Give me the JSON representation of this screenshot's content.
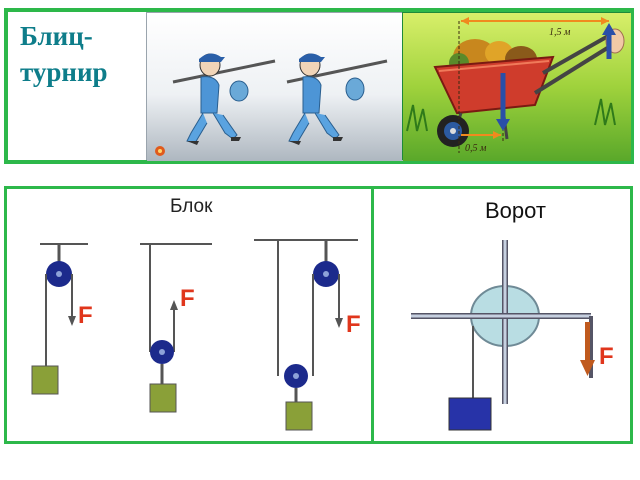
{
  "slide": {
    "title": "Блиц-\nтурнир"
  },
  "wheelbarrow": {
    "long_arm": "1,5 м",
    "short_arm": "0,5 м"
  },
  "pulley_panel": {
    "title": "Блок",
    "force_label": "F"
  },
  "winch_panel": {
    "title": "Ворот",
    "force_label": "F"
  },
  "colors": {
    "frame": "#2db84a",
    "title": "#0e7d8a",
    "pulley": "#1c2a8c",
    "weight_green": "#8aa038",
    "weight_blue": "#2733a8",
    "force": "#e0361c",
    "winch_drum": "#b9dde3"
  }
}
